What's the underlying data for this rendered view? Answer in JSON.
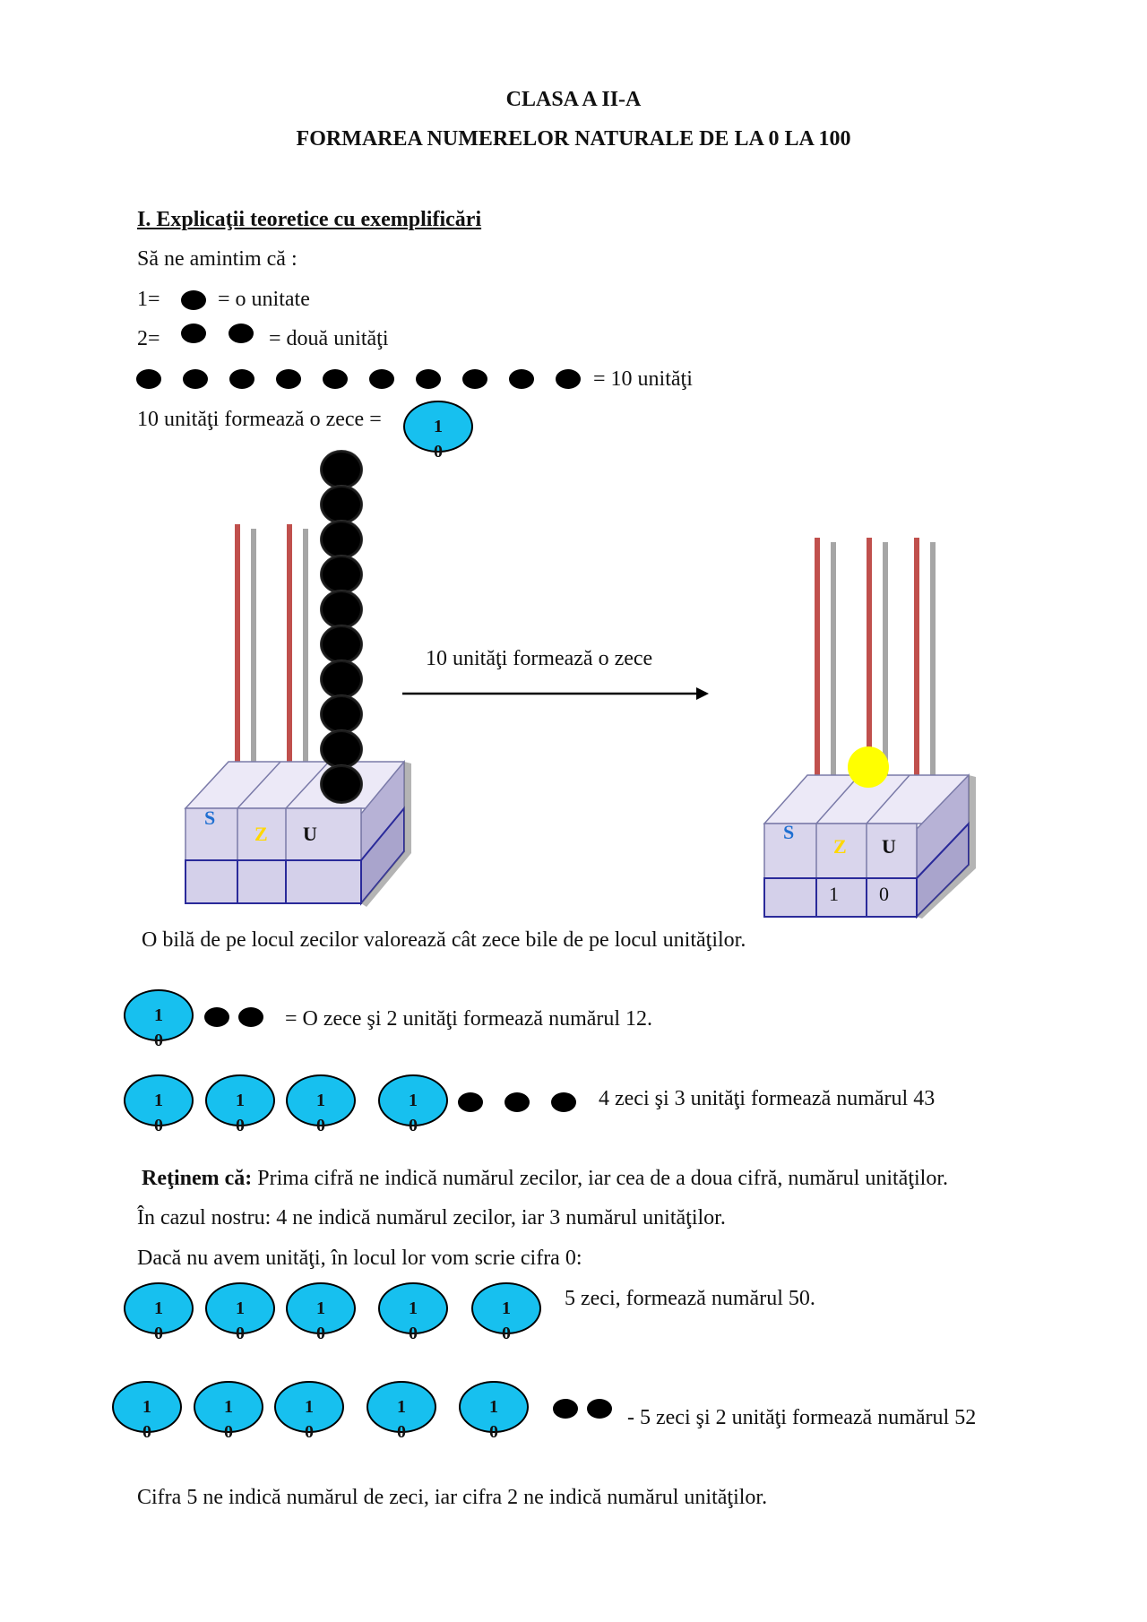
{
  "header": {
    "class_title": "CLASA A II-A",
    "main_title": "FORMAREA NUMERELOR NATURALE DE LA 0 LA 100"
  },
  "section": {
    "heading": "I. Explicaţii teoretice cu exemplificări",
    "remember": "Să ne amintim că :",
    "one_prefix": "1=",
    "one_suffix": "= o unitate",
    "two_prefix": "2=",
    "two_suffix": "= două unităţi",
    "ten_suffix": "= 10 unităţi",
    "ten_forms": "10 unităţi formează o zece ="
  },
  "ten_badge": {
    "top": "1",
    "bottom": "0"
  },
  "abacus": {
    "arrow_label": "10 unităţi formează o zece",
    "col_s": "S",
    "col_z": "Z",
    "col_u": "U",
    "right_digit_z": "1",
    "right_digit_u": "0",
    "caption": "O bilă de pe locul zecilor valorează cât zece bile de pe locul unităţilor."
  },
  "examples": {
    "ex12": "=  O zece şi 2 unităţi formează numărul 12.",
    "ex43": "4 zeci şi 3 unităţi  formează numărul 43",
    "retinem_label": "Reţinem că:",
    "retinem_text": " Prima cifră ne indică numărul zecilor, iar  cea de a doua cifră, numărul unităţilor.",
    "in_cazul": "În cazul nostru: 4 ne indică numărul zecilor, iar 3 numărul unităţilor.",
    "daca_nu": "Dacă nu avem unităţi, în locul lor vom scrie cifra 0:",
    "ex50": "5 zeci, formează numărul 50.",
    "ex52": "- 5 zeci şi 2 unităţi formează numărul 52",
    "final": "Cifra 5 ne indică numărul de zeci, iar cifra 2 ne indică numărul unităţilor."
  },
  "colors": {
    "ten_fill": "#17c0ef",
    "rod_red": "#c0504d",
    "rod_gray": "#a6a6a6",
    "box_face": "#d9d5ec",
    "bead_yellow": "#ffff00",
    "s_blue": "#1f6fd1",
    "z_yellow": "#ffd800"
  }
}
